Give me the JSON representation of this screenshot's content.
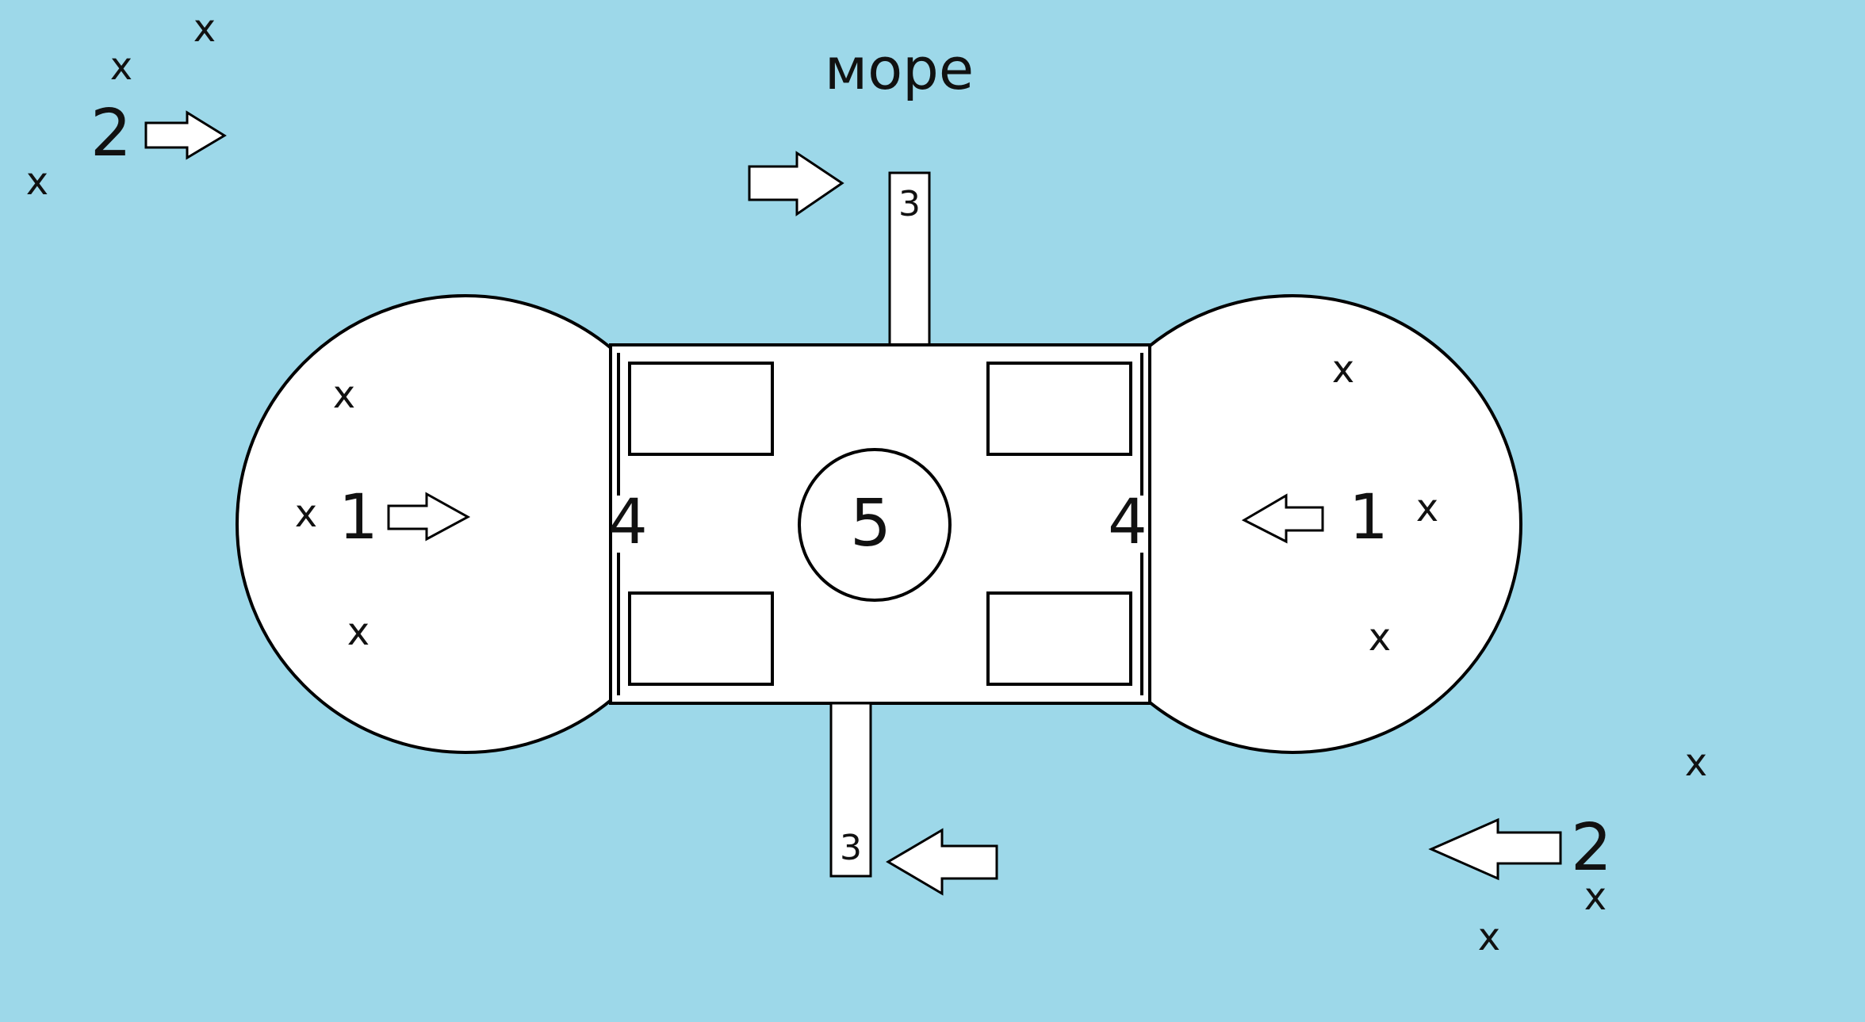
{
  "colors": {
    "sea": "#9dd8e9",
    "land": "#ffffff",
    "stroke": "#000000"
  },
  "title": "море",
  "labels": {
    "left_zone": "1",
    "right_zone": "1",
    "top_left_zone": "2",
    "bottom_right_zone": "2",
    "top_pier": "3",
    "bottom_pier": "3",
    "left_entrance": "4",
    "right_entrance": "4",
    "center": "5"
  },
  "marker": "x"
}
